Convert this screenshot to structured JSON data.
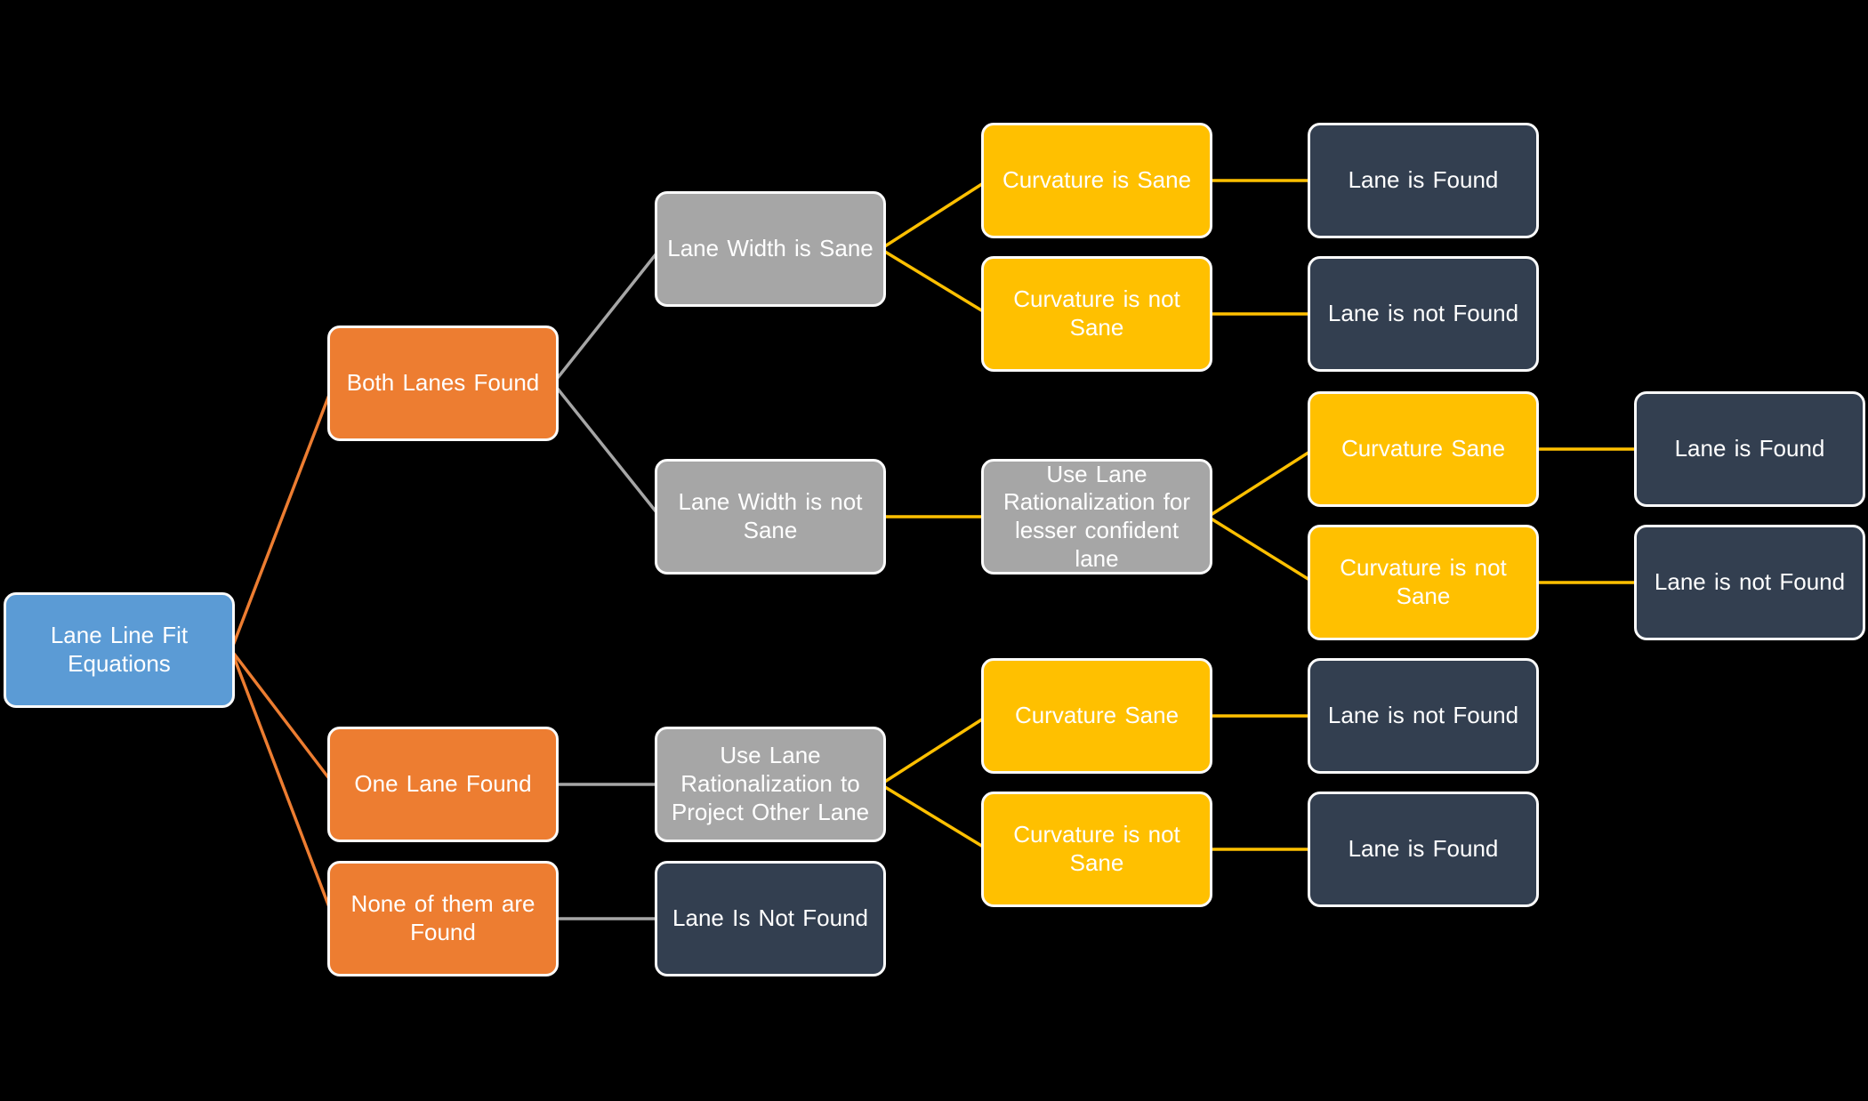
{
  "diagram": {
    "title_node": "Lane Line Fit Equations",
    "background_color": "#000000",
    "palette": {
      "root_blue": "#5B9BD5",
      "branch_orange": "#ED7D31",
      "process_gray": "#A6A6A6",
      "condition_gold": "#FFC000",
      "outcome_dark": "#333F50",
      "node_border": "#FBFBFB",
      "node_text": "#FFFFFF",
      "connector_orange": "#ED7D31",
      "connector_gray": "#A6A6A6",
      "connector_gold": "#FFC000"
    },
    "nodes": {
      "root": {
        "label": "Lane Line Fit\nEquations"
      },
      "both_lanes_found": {
        "label": "Both Lanes Found"
      },
      "one_lane_found": {
        "label": "One Lane Found"
      },
      "none_found": {
        "label": "None of them are\nFound"
      },
      "lane_width_sane": {
        "label": "Lane Width is Sane"
      },
      "lane_width_not_sane": {
        "label": "Lane Width is not\nSane"
      },
      "rationalize_lesser": {
        "label": "Use Lane\nRationalization for\nlesser confident\nlane"
      },
      "rationalize_project": {
        "label": "Use Lane\nRationalization to\nProject Other Lane"
      },
      "lane_is_not_found_none": {
        "label": "Lane Is Not Found"
      },
      "curvature_is_sane": {
        "label": "Curvature is Sane"
      },
      "curvature_is_not_sane_top": {
        "label": "Curvature is not\nSane"
      },
      "lane_is_found_top": {
        "label": "Lane is Found"
      },
      "lane_is_not_found_top": {
        "label": "Lane is not Found"
      },
      "curvature_sane_mid": {
        "label": "Curvature Sane"
      },
      "curvature_is_not_sane_mid": {
        "label": "Curvature is not\nSane"
      },
      "lane_is_found_mid": {
        "label": "Lane is Found"
      },
      "lane_is_not_found_mid": {
        "label": "Lane is not Found"
      },
      "curvature_sane_bottom": {
        "label": "Curvature Sane"
      },
      "curvature_is_not_sane_bottom": {
        "label": "Curvature is not\nSane"
      },
      "lane_is_not_found_bottom": {
        "label": "Lane is not Found"
      },
      "lane_is_found_bottom": {
        "label": "Lane is Found"
      }
    }
  }
}
